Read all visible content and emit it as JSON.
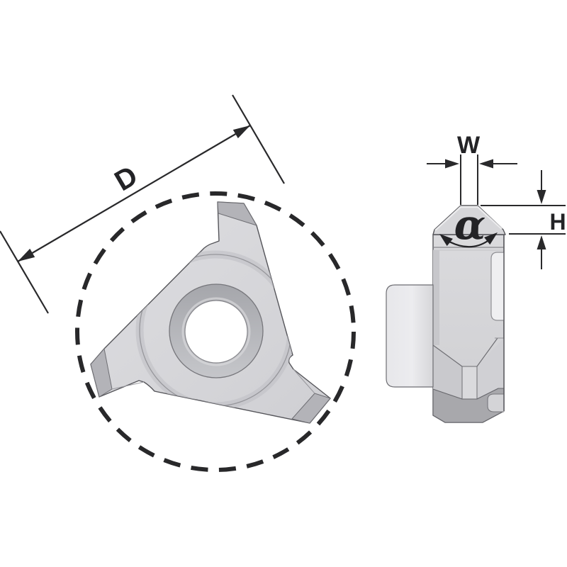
{
  "figure": {
    "name": "cutting-insert-dimension-diagram",
    "labels": {
      "diameter": "D",
      "width": "W",
      "height": "H",
      "angle": "α"
    },
    "colors": {
      "background": "#ffffff",
      "dimension_line": "#29292b",
      "outline": "#55555a",
      "body_light": "#d9d9dc",
      "body_mid": "#c7c7cb",
      "body_dark": "#a8a8ac",
      "edge_band": "#b3b3b8",
      "bore_ring_top": "#a5a6ab",
      "bore_ring_bottom": "#c5c6ca",
      "hole": "#ffffff"
    }
  }
}
